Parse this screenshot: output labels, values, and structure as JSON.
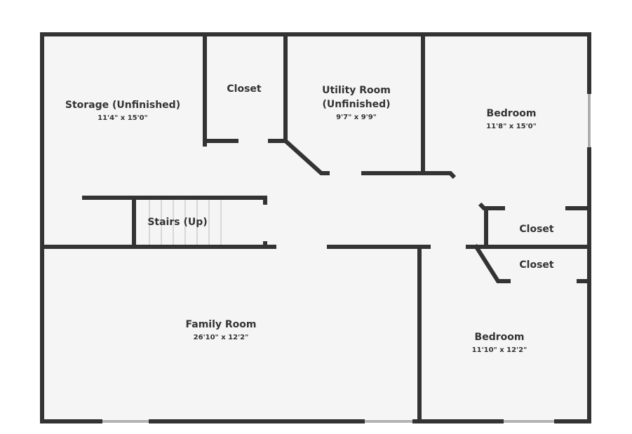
{
  "rooms": {
    "storage": {
      "name": "Storage (Unfinished)",
      "dims": "11'4\" x 15'0\""
    },
    "closet_top": {
      "name": "Closet"
    },
    "utility": {
      "name_line1": "Utility Room",
      "name_line2": "(Unfinished)",
      "dims": "9'7\" x 9'9\""
    },
    "bedroom_top": {
      "name": "Bedroom",
      "dims": "11'8\" x 15'0\""
    },
    "stairs": {
      "name": "Stairs (Up)"
    },
    "closet_right_upper": {
      "name": "Closet"
    },
    "closet_right_lower": {
      "name": "Closet"
    },
    "family": {
      "name": "Family Room",
      "dims": "26'10\" x 12'2\""
    },
    "bedroom_bottom": {
      "name": "Bedroom",
      "dims": "11'10\" x 12'2\""
    }
  },
  "colors": {
    "wall": "#333333",
    "floor": "#f5f5f5",
    "background": "#ffffff",
    "text": "#333333"
  }
}
